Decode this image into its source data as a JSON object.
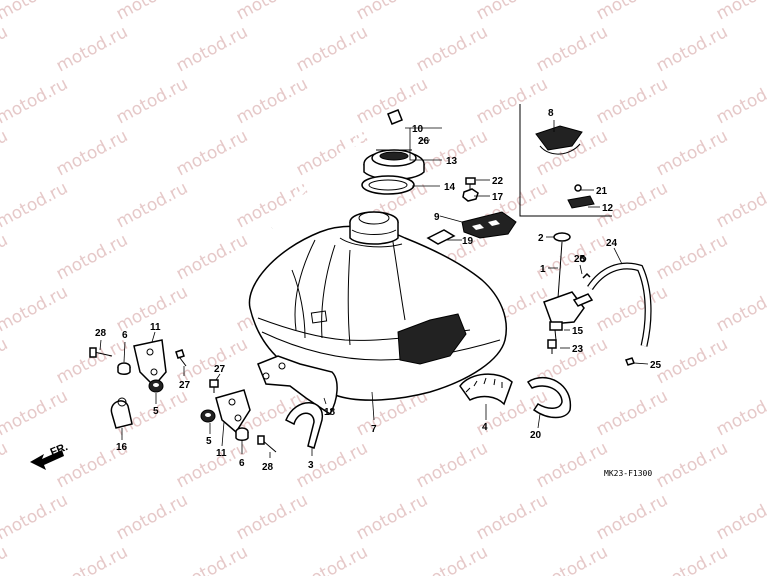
{
  "watermark": "motod.ru",
  "diagram_code": "MK23-F1300",
  "direction_label": "FR.",
  "callouts": [
    "10",
    "26",
    "13",
    "14",
    "22",
    "17",
    "8",
    "21",
    "12",
    "9",
    "19",
    "2",
    "24",
    "1",
    "25",
    "15",
    "23",
    "25",
    "28",
    "6",
    "11",
    "27",
    "5",
    "16",
    "27",
    "11",
    "5",
    "6",
    "28",
    "18",
    "3",
    "7",
    "4",
    "20"
  ],
  "colors": {
    "line": "#000000",
    "watermark": "#e6c9c9",
    "background": "#ffffff"
  }
}
